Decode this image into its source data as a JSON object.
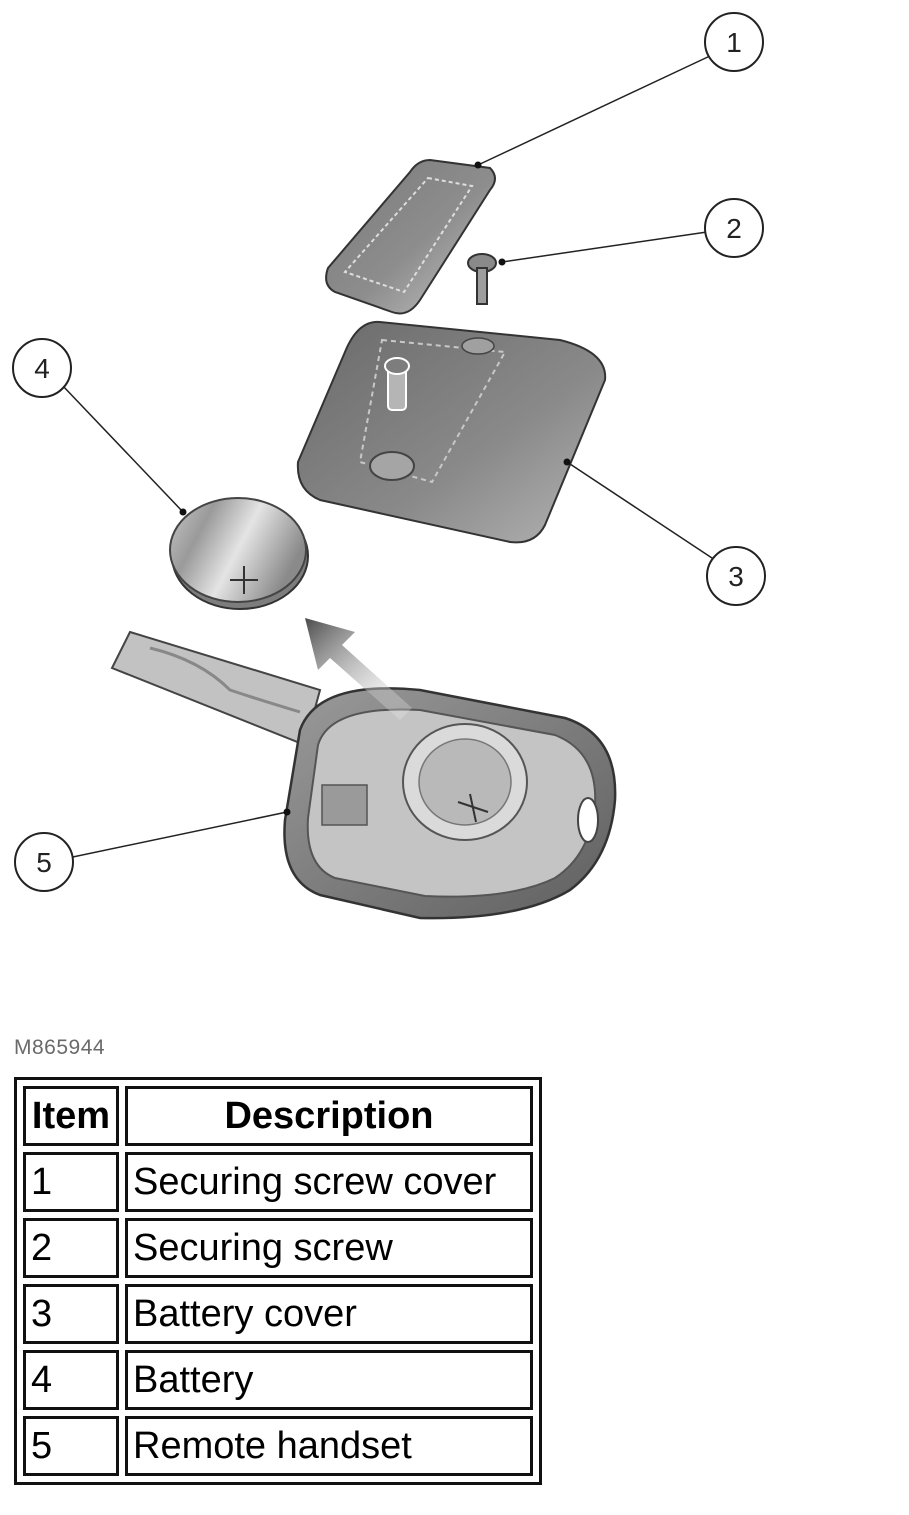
{
  "figure": {
    "code": "M865944",
    "callouts": [
      {
        "id": "callout-1",
        "label": "1"
      },
      {
        "id": "callout-2",
        "label": "2"
      },
      {
        "id": "callout-3",
        "label": "3"
      },
      {
        "id": "callout-4",
        "label": "4"
      },
      {
        "id": "callout-5",
        "label": "5"
      }
    ]
  },
  "legend": {
    "headers": {
      "item": "Item",
      "description": "Description"
    },
    "rows": [
      {
        "item": "1",
        "description": "Securing screw cover"
      },
      {
        "item": "2",
        "description": "Securing screw"
      },
      {
        "item": "3",
        "description": "Battery cover"
      },
      {
        "item": "4",
        "description": "Battery"
      },
      {
        "item": "5",
        "description": "Remote handset"
      }
    ]
  },
  "colors": {
    "line": "#222222",
    "part_dark": "#6e6e6e",
    "part_light": "#d4d4d4",
    "background": "#ffffff"
  }
}
